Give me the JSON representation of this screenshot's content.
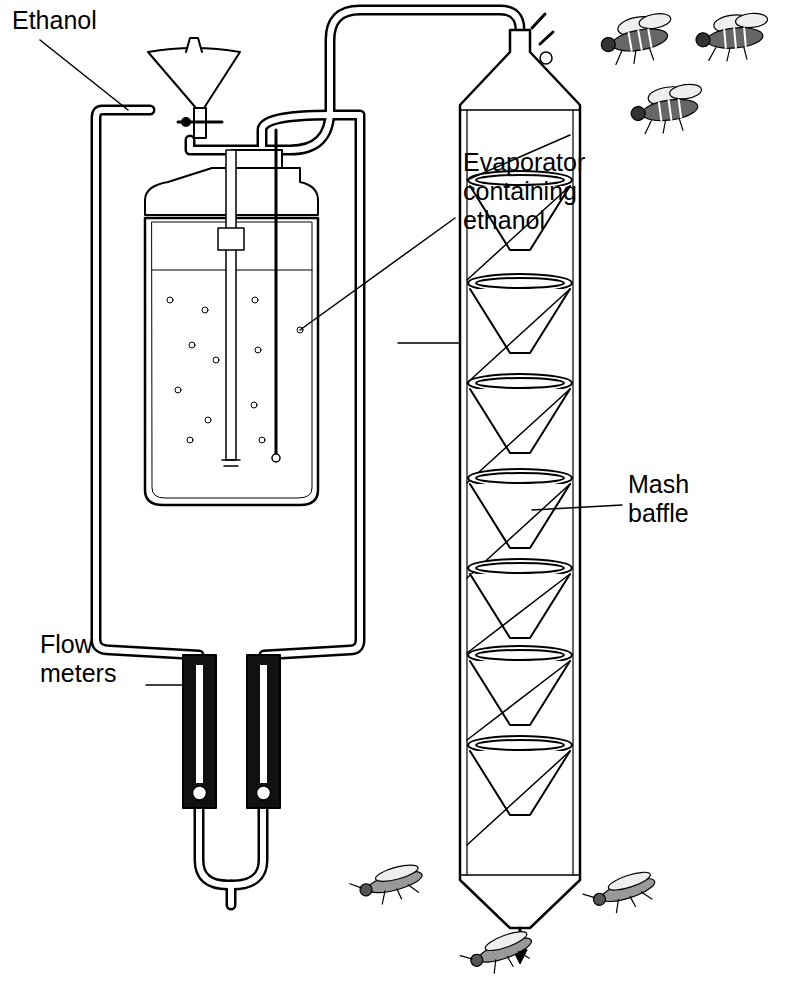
{
  "diagram": {
    "labels": [
      "Ethanol",
      "Evaporator containing ethanol",
      "Mash baffle",
      "Flow meters"
    ]
  }
}
